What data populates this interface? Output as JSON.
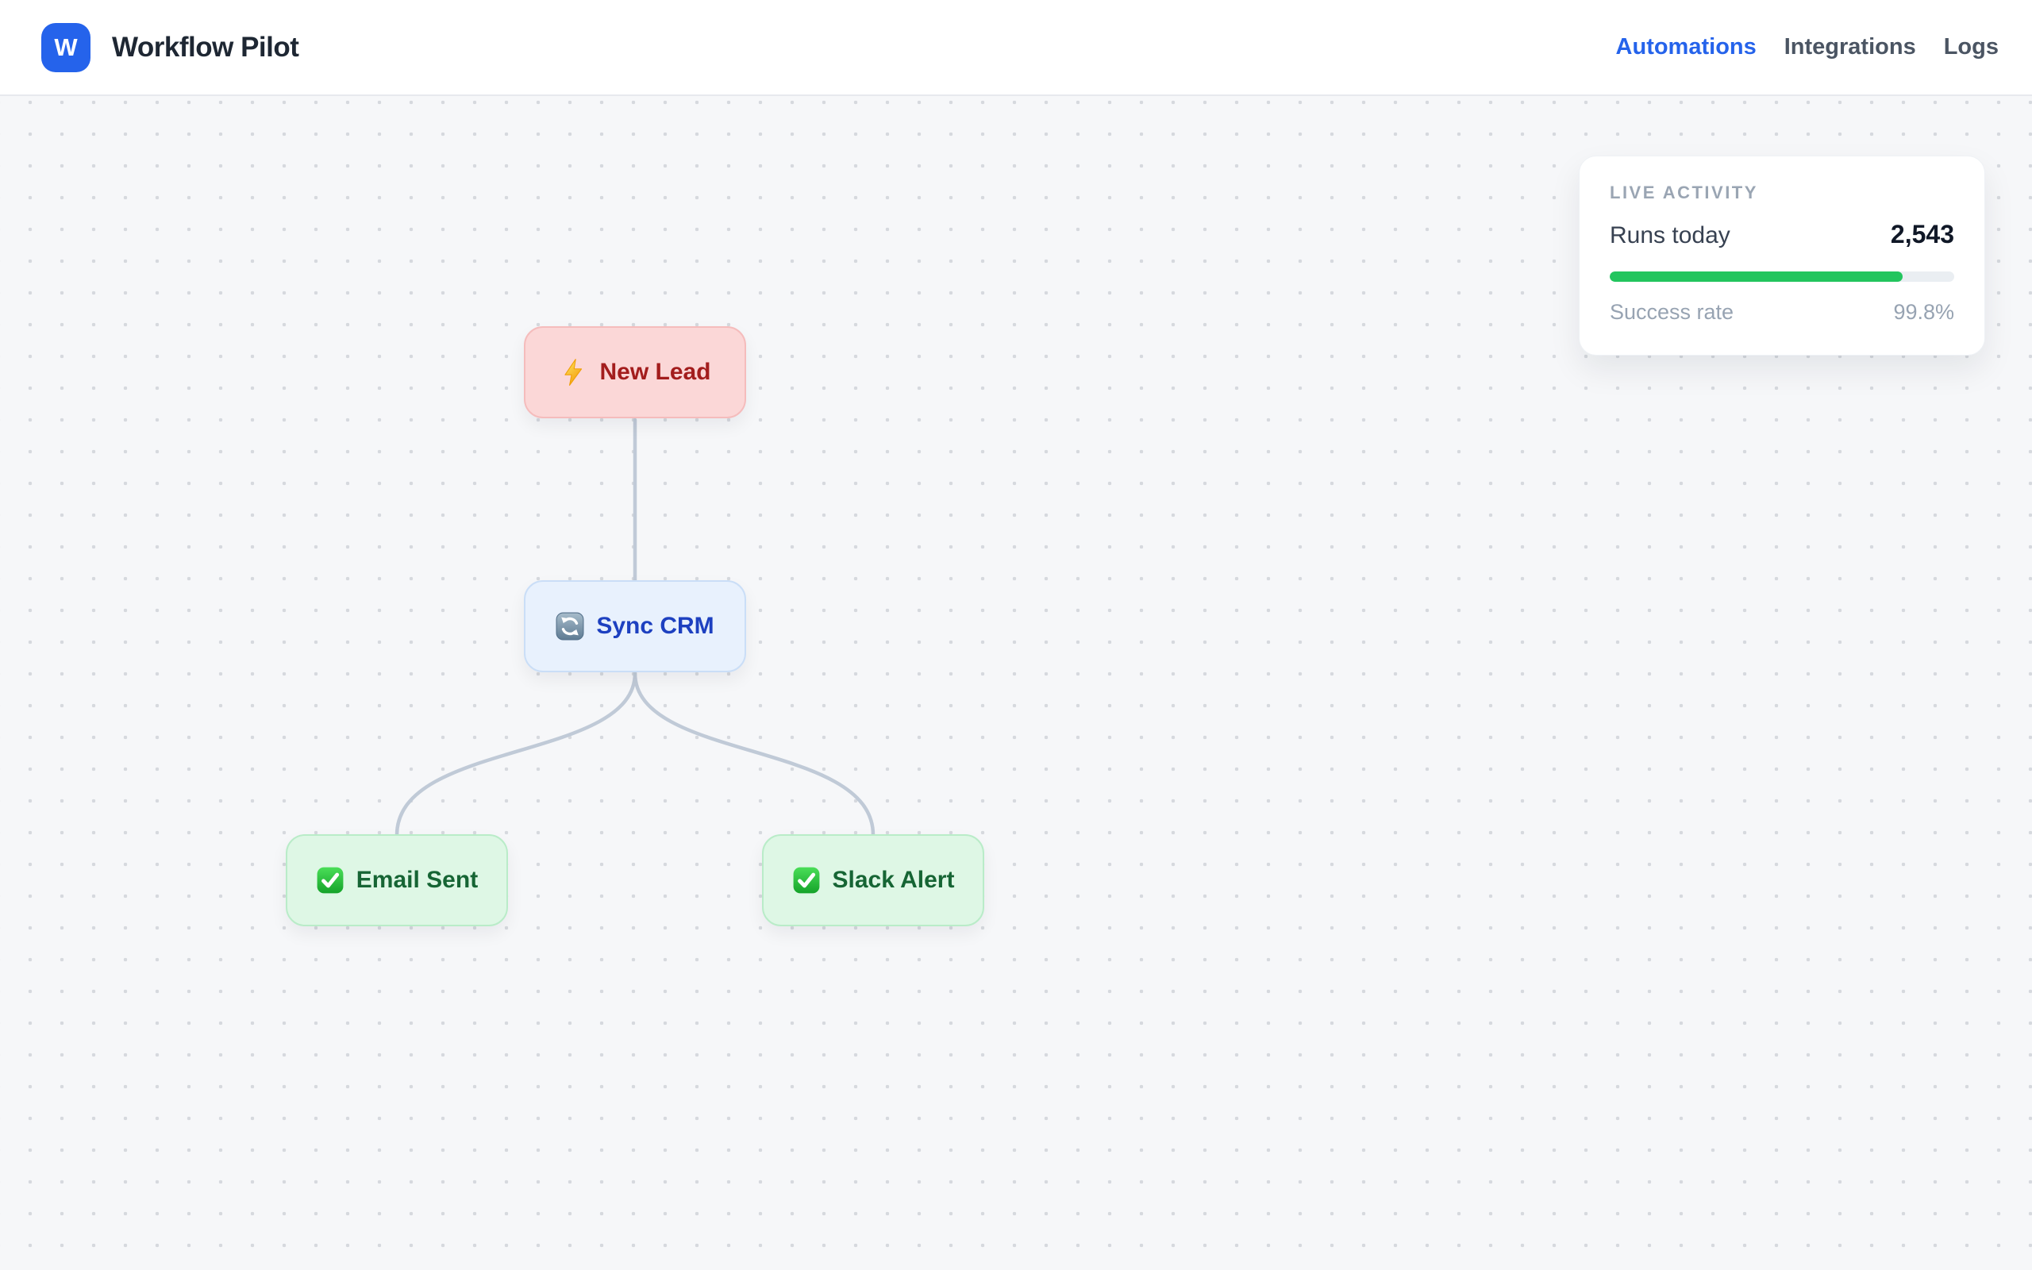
{
  "header": {
    "logo_letter": "W",
    "title": "Workflow Pilot",
    "nav": [
      {
        "label": "Automations",
        "active": true
      },
      {
        "label": "Integrations",
        "active": false
      },
      {
        "label": "Logs",
        "active": false
      }
    ]
  },
  "workflow": {
    "nodes": [
      {
        "id": "new-lead",
        "label": "New Lead",
        "icon": "bolt-icon",
        "kind": "trigger"
      },
      {
        "id": "sync-crm",
        "label": "Sync CRM",
        "icon": "sync-icon",
        "kind": "action"
      },
      {
        "id": "email-sent",
        "label": "Email Sent",
        "icon": "check-icon",
        "kind": "success"
      },
      {
        "id": "slack-alert",
        "label": "Slack Alert",
        "icon": "check-icon",
        "kind": "success"
      }
    ],
    "edges": [
      {
        "from": "new-lead",
        "to": "sync-crm"
      },
      {
        "from": "sync-crm",
        "to": "email-sent"
      },
      {
        "from": "sync-crm",
        "to": "slack-alert"
      }
    ]
  },
  "activity": {
    "title": "LIVE ACTIVITY",
    "runs_label": "Runs today",
    "runs_value": "2,543",
    "progress_percent": 85,
    "success_label": "Success rate",
    "success_value": "99.8%"
  },
  "colors": {
    "accent_blue": "#2563eb",
    "progress_green": "#22c55e",
    "trigger_bg": "#fbd7d7",
    "trigger_text": "#a31d1d",
    "action_bg": "#e8f1fd",
    "action_text": "#1d40c0",
    "success_bg": "#def7e5",
    "success_text": "#166534",
    "edge": "#c0cad7"
  }
}
